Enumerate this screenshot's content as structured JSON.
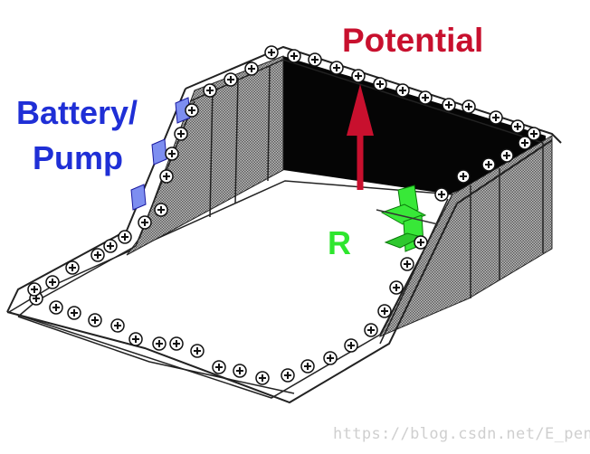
{
  "labels": {
    "potential": "Potential",
    "battery_line1": "Battery/",
    "battery_line2": "Pump",
    "resistor": "R"
  },
  "watermark": "https://blog.csdn.net/E_pen",
  "charge_symbol": "+",
  "colors": {
    "potential": "#c8102e",
    "battery": "#1f2fd6",
    "resistor": "#2ee62e",
    "back_wall": "#050505",
    "hatched_wall": "#9a9a9a",
    "watermark": "#cfcfcf"
  },
  "icons": [
    "arrow-up-icon",
    "battery-cell-icon",
    "resistor-paddle-icon",
    "positive-charge-icon"
  ]
}
